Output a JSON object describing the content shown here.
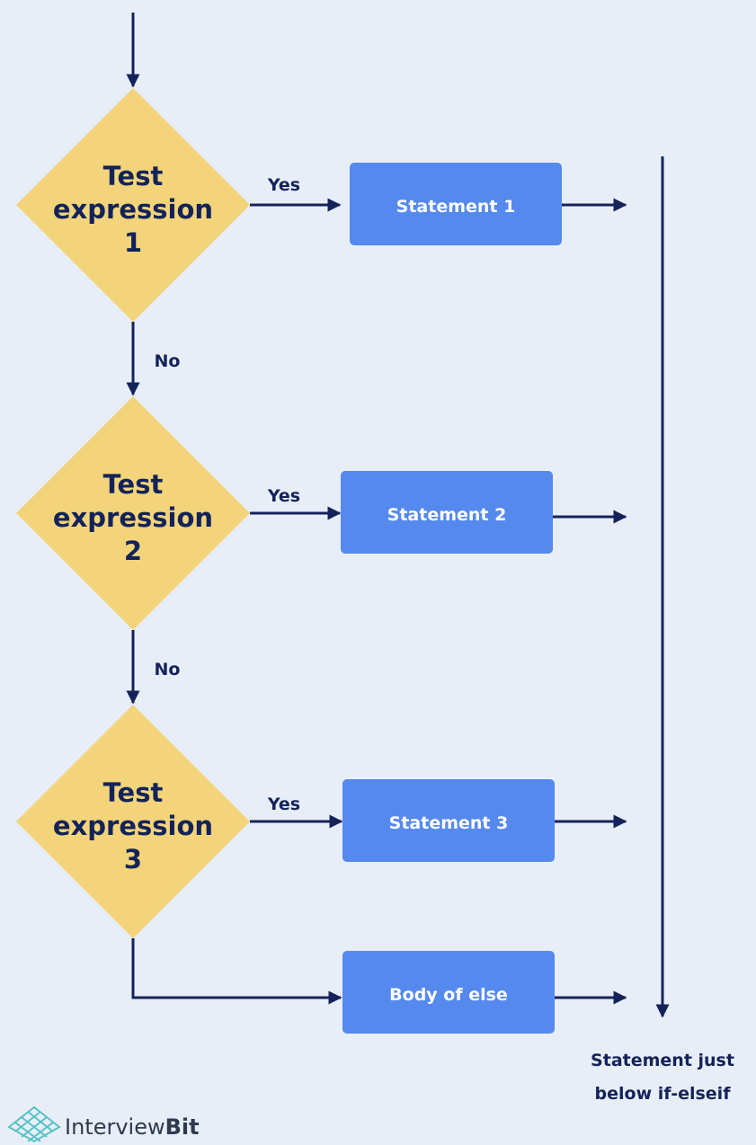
{
  "colors": {
    "background": "#e8eef8",
    "decision_fill": "#f3d47a",
    "statement_fill": "#5589ee",
    "line": "#13235a",
    "logo_teal": "#57c2c7",
    "logo_dark": "#2f3a4f"
  },
  "decisions": [
    {
      "lines": [
        "Test",
        "expression",
        "1"
      ]
    },
    {
      "lines": [
        "Test",
        "expression",
        "2"
      ]
    },
    {
      "lines": [
        "Test",
        "expression",
        "3"
      ]
    }
  ],
  "statements": [
    {
      "label": "Statement 1"
    },
    {
      "label": "Statement 2"
    },
    {
      "label": "Statement 3"
    },
    {
      "label": "Body of else"
    }
  ],
  "edge_labels": {
    "yes": "Yes",
    "no": "No"
  },
  "final": {
    "lines": [
      "Statement just",
      "below if-elseif"
    ]
  },
  "logo": {
    "text_regular": "Interview",
    "text_bold": "Bit",
    "icon": "diamond-grid-logo-icon"
  }
}
